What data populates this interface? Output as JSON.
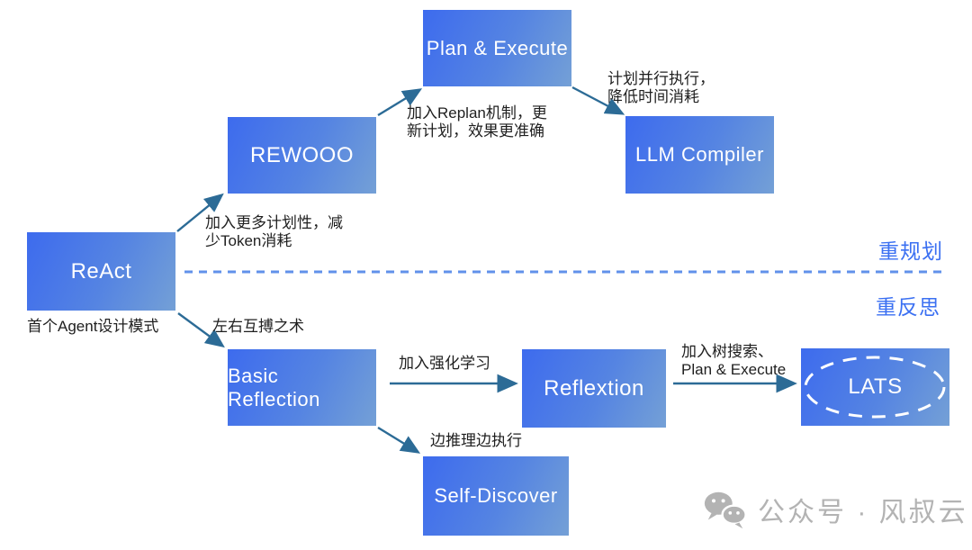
{
  "diagram": {
    "nodes": {
      "plan_execute": {
        "label": "Plan & Execute"
      },
      "rewooo": {
        "label": "REWOOO"
      },
      "llm_compiler": {
        "label": "LLM Compiler"
      },
      "react": {
        "label": "ReAct"
      },
      "basic_reflection": {
        "label": "Basic Reflection"
      },
      "reflextion": {
        "label": "Reflextion"
      },
      "lats": {
        "label": "LATS"
      },
      "self_discover": {
        "label": "Self-Discover"
      }
    },
    "captions": {
      "react": "首个Agent设计模式"
    },
    "edges": {
      "react_to_rewooo": {
        "label": "加入更多计划性，减\n少Token消耗"
      },
      "rewooo_to_plan_execute": {
        "label": "加入Replan机制，更\n新计划，效果更准确"
      },
      "plan_execute_to_llm_compiler": {
        "label": "计划并行执行，\n降低时间消耗"
      },
      "react_to_basic_reflection": {
        "label": "左右互搏之术"
      },
      "basic_reflection_to_reflextion": {
        "label": "加入强化学习"
      },
      "reflextion_to_lats": {
        "label": "加入树搜索、\nPlan & Execute"
      },
      "basic_reflection_to_self_discover": {
        "label": "边推理边执行"
      }
    },
    "sections": {
      "above_divider": "重规划",
      "below_divider": "重反思"
    },
    "colors": {
      "node_gradient_start": "#3d6bee",
      "node_gradient_end": "#74a0d6",
      "arrow": "#2c6b96",
      "divider_dashed_line": "#6191ea",
      "section_label": "#3b70f2",
      "annotation_text": "#1f1f1f",
      "watermark_gray": "#b3b3b3"
    }
  },
  "watermark": {
    "icon": "wechat-icon",
    "text": "公众号 · 风叔云"
  }
}
